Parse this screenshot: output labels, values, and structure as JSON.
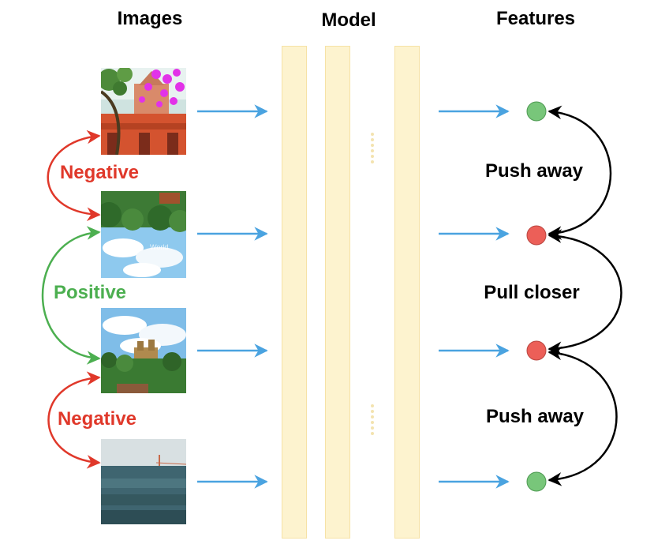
{
  "headers": {
    "images": "Images",
    "model": "Model",
    "features": "Features"
  },
  "left_labels": {
    "negative_top": "Negative",
    "positive": "Positive",
    "negative_bottom": "Negative"
  },
  "right_labels": {
    "push_top": "Push away",
    "pull": "Pull closer",
    "push_bottom": "Push away"
  },
  "watermark_text": "World",
  "colors": {
    "negative": "#e0382a",
    "positive": "#4caf50",
    "arrow": "#4aa3e0",
    "model_column": "#fdf3cf",
    "feature_green": "#78c67a",
    "feature_red": "#ec5f58",
    "curve_black": "#000000"
  }
}
